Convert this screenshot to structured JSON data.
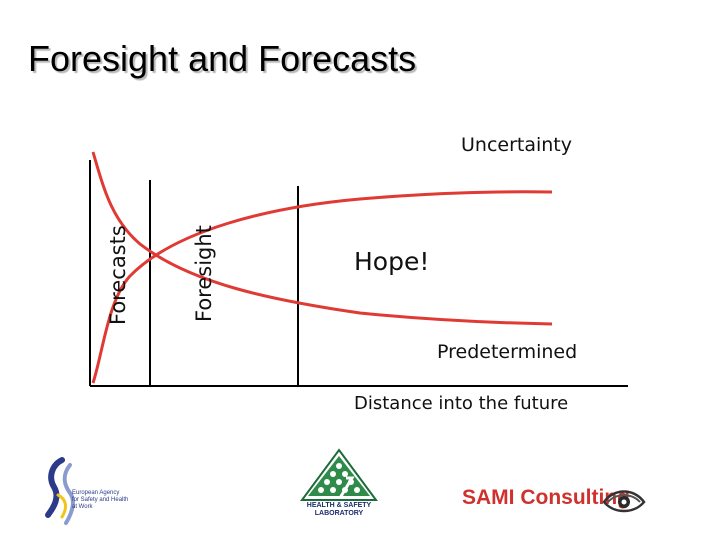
{
  "slide": {
    "title": "Foresight and Forecasts"
  },
  "diagram": {
    "label_uncertainty": "Uncertainty",
    "label_predetermined": "Predetermined",
    "label_distance": "Distance into the future",
    "label_hope": "Hope!",
    "label_forecasts": "Forecasts",
    "label_foresight": "Foresight",
    "curve_color": "#e03a35",
    "axis_color": "#000000"
  },
  "logos": {
    "eu_agency_lines": [
      "European Agency",
      "for Safety and Health",
      "at Work"
    ],
    "hsl_lines": [
      "HEALTH & SAFETY",
      "LABORATORY"
    ],
    "sami": "SAMI Consulting"
  }
}
